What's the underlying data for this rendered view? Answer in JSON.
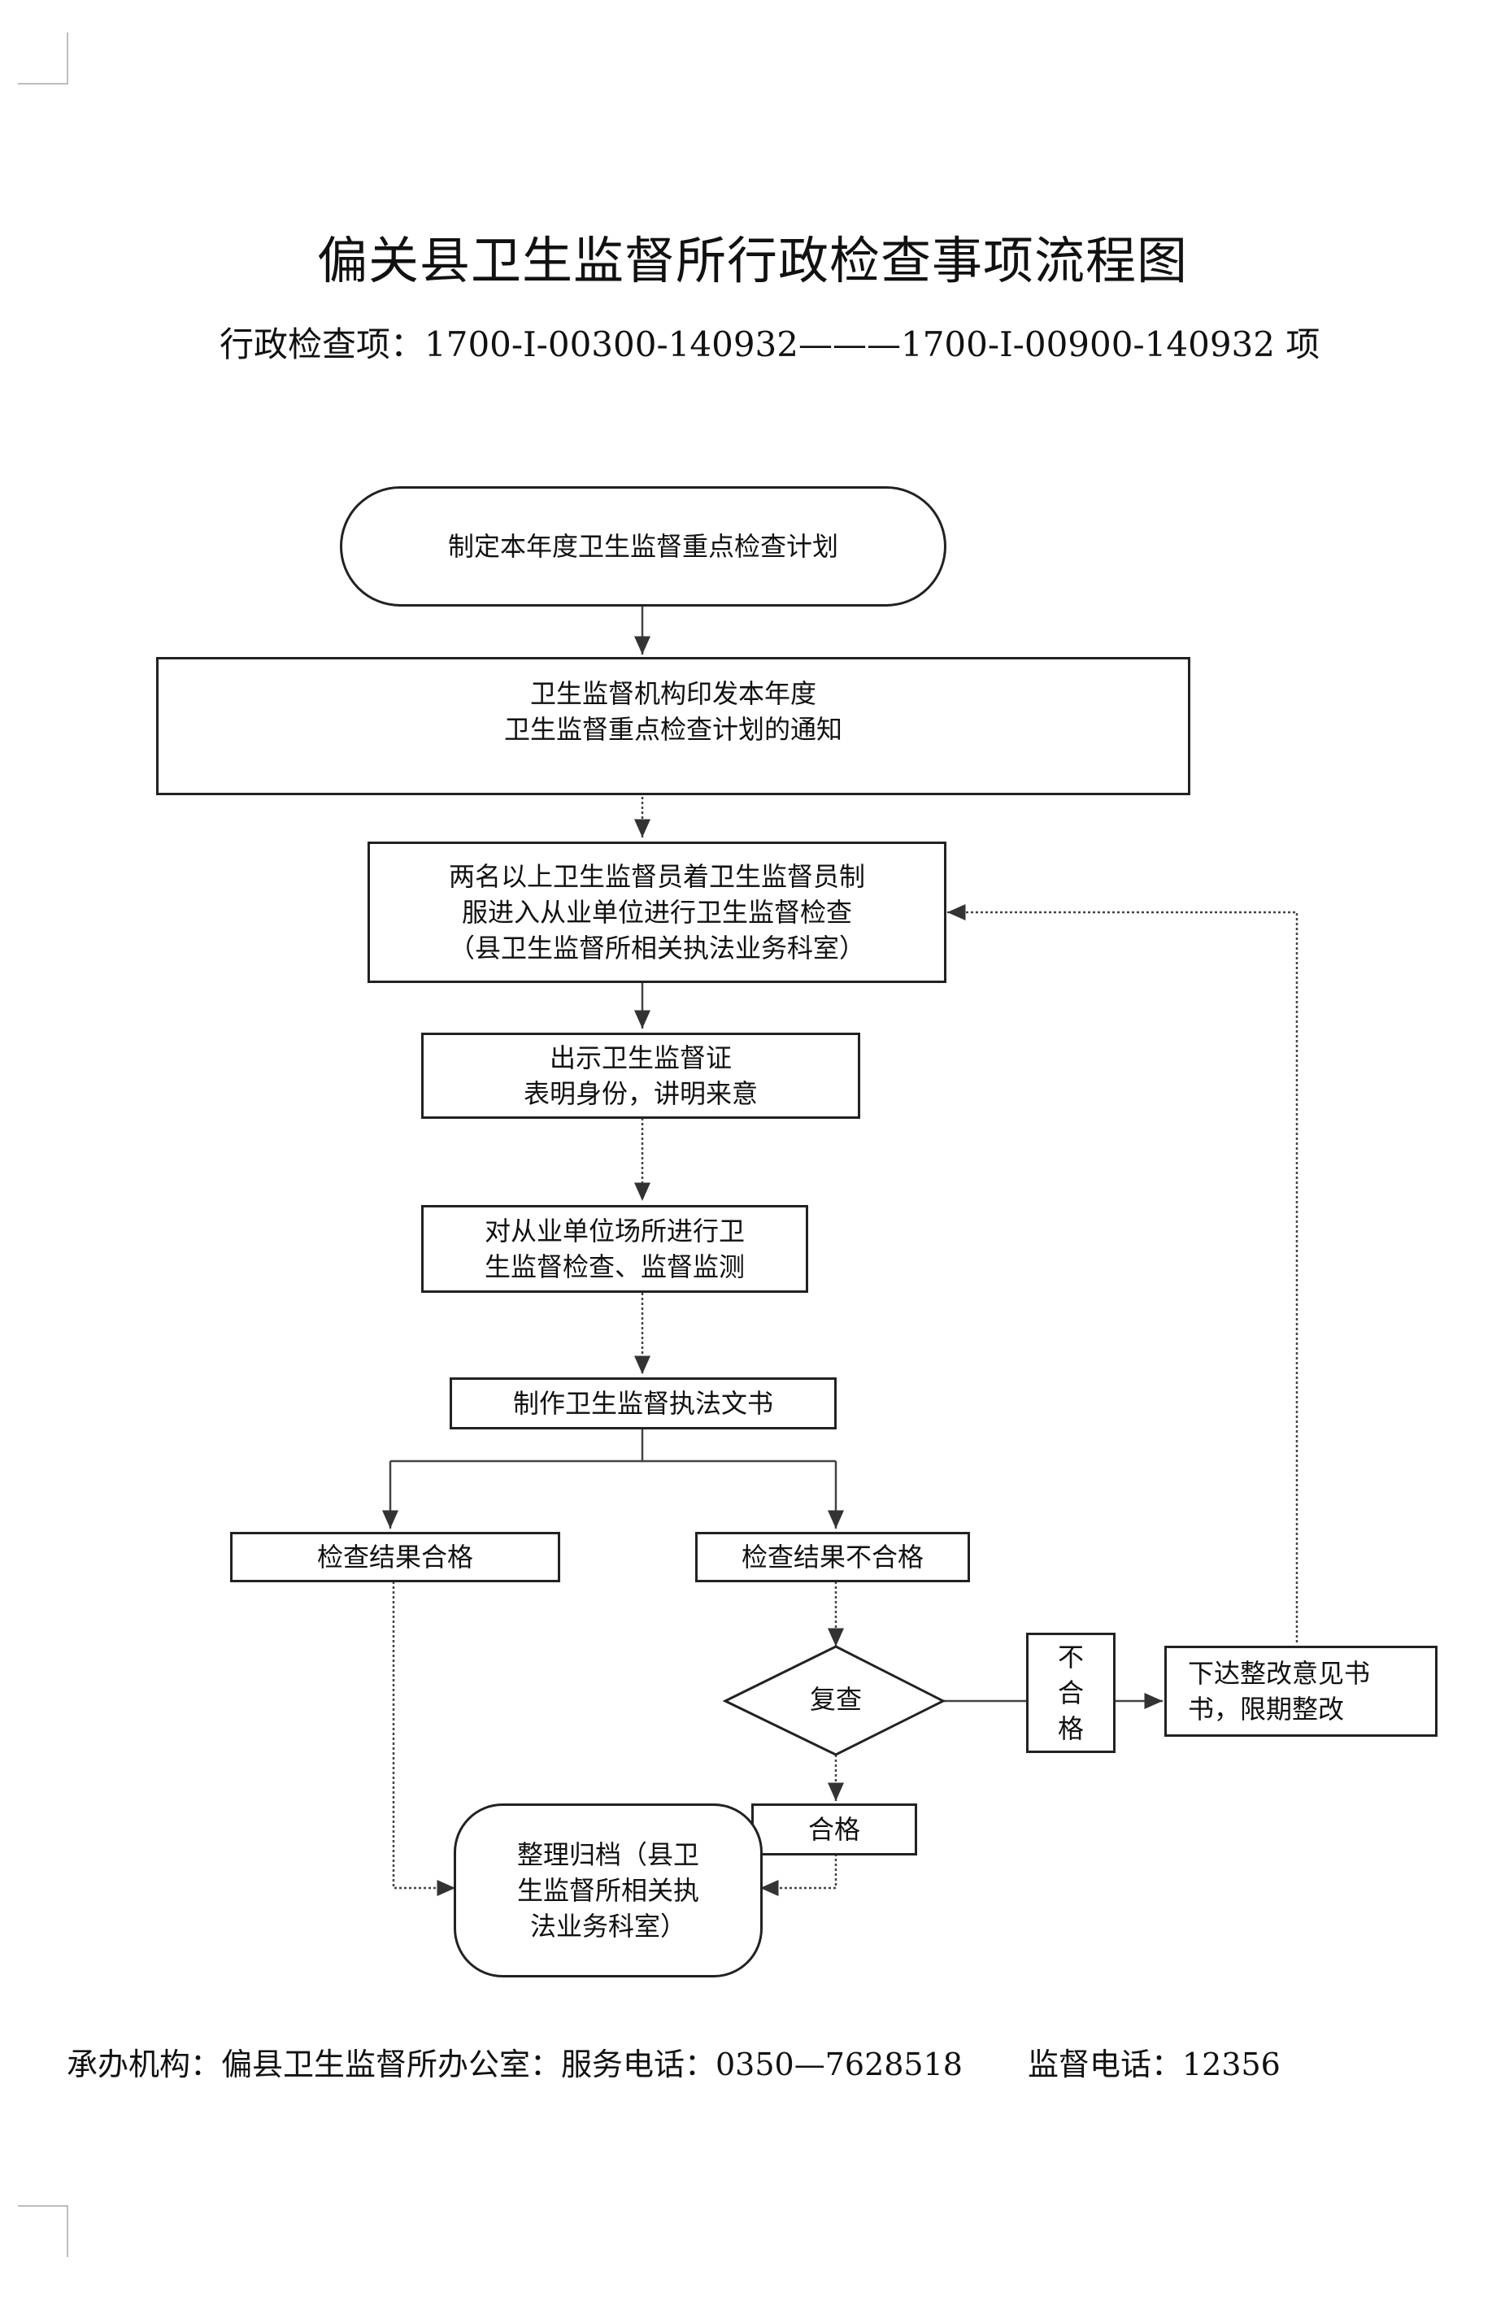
{
  "title": "偏关县卫生监督所行政检查事项流程图",
  "subtitle": "行政检查项：1700-I-00300-140932———1700-I-00900-140932 项",
  "flowchart": {
    "plan": [
      "制定本年度卫生监督重点检查计划"
    ],
    "notice": [
      "卫生监督机构印发本年度",
      "卫生监督重点检查计划的通知"
    ],
    "enter": [
      "两名以上卫生监督员着卫生监督员制",
      "服进入从业单位进行卫生监督检查",
      "（县卫生监督所相关执法业务科室）"
    ],
    "identify": [
      "出示卫生监督证",
      "表明身份，讲明来意"
    ],
    "inspect": [
      "对从业单位场所进行卫",
      "生监督检查、监督监测"
    ],
    "document": [
      "制作卫生监督执法文书"
    ],
    "pass": [
      "检查结果合格"
    ],
    "fail": [
      "检查结果不合格"
    ],
    "recheck": [
      "复查"
    ],
    "recheck_fail": [
      "不",
      "合",
      "格"
    ],
    "rectify": [
      "下达整改意见书",
      "书，限期整改"
    ],
    "recheck_pass": [
      "合格"
    ],
    "archive": [
      "整理归档（县卫",
      "生监督所相关执",
      "法业务科室）"
    ]
  },
  "footer": {
    "org": "承办机构：偏县卫生监督所办公室：服务电话：0350—7628518",
    "supervise": "监督电话：12356"
  }
}
